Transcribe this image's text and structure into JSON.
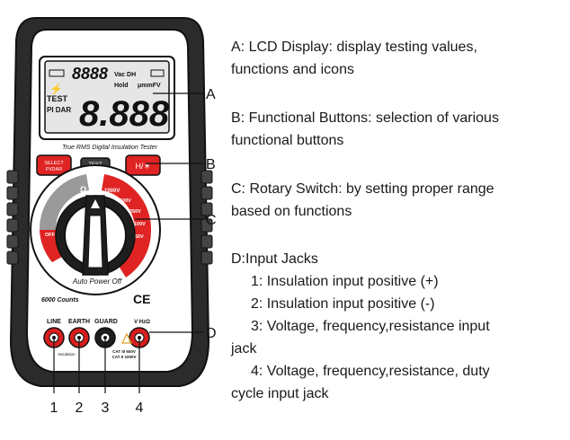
{
  "descriptions": {
    "a_line1": "A: LCD Display: display testing values,",
    "a_line2": "functions and icons",
    "b_line1": "B: Functional Buttons: selection of various",
    "b_line2": "functional buttons",
    "c_line1": "C: Rotary Switch: by setting proper range",
    "c_line2": "based on functions",
    "d_title": "D:Input Jacks",
    "d_item1": "1: Insulation input positive (+)",
    "d_item2": "2: Insulation input positive (-)",
    "d_item3_line1": "3: Voltage, frequency,resistance input",
    "d_item3_line2": "jack",
    "d_item4_line1": "4: Voltage, frequency,resistance, duty",
    "d_item4_line2": "cycle input jack"
  },
  "callouts": {
    "a": "A",
    "b": "B",
    "c": "C",
    "d": "D"
  },
  "jack_numbers": [
    "1",
    "2",
    "3",
    "4"
  ],
  "meter": {
    "model_text": "True RMS Digital Insulation Tester",
    "lcd_small_digits": "8888",
    "lcd_large_digits": "8.888",
    "lcd_test": "TEST",
    "lcd_pi_dar": "PI DAR",
    "lcd_hold": "Hold",
    "lcd_units": "μmmFV",
    "lcd_vdc": "Vac DH",
    "button_left_line1": "SELECT",
    "button_left_line2": "PI/DAR",
    "button_mid_line1": "TEST",
    "button_right": "H/☀",
    "dial_ohm": "Ω",
    "dial_1000v": "1000V",
    "dial_500v": "500V",
    "dial_250v": "250V",
    "dial_100v": "100V",
    "dial_50v": "50V",
    "dial_off": "OFF",
    "auto_power_off": "Auto Power Off",
    "counts": "6000 Counts",
    "ce": "CE",
    "label_line": "LINE",
    "label_earth": "EARTH",
    "label_guard": "GUARD",
    "label_vhz": "V HzΩ",
    "cat_line1": "CAT III 600V",
    "cat_line2": "CAT II 1000V",
    "insulation": "Insulation"
  },
  "colors": {
    "body_dark": "#2b2b2b",
    "outline": "#111111",
    "accent_red": "#e02323",
    "lcd_bg": "#e6e6e6",
    "jack_red": "#d91e1e",
    "jack_black": "#1e1e1e"
  }
}
